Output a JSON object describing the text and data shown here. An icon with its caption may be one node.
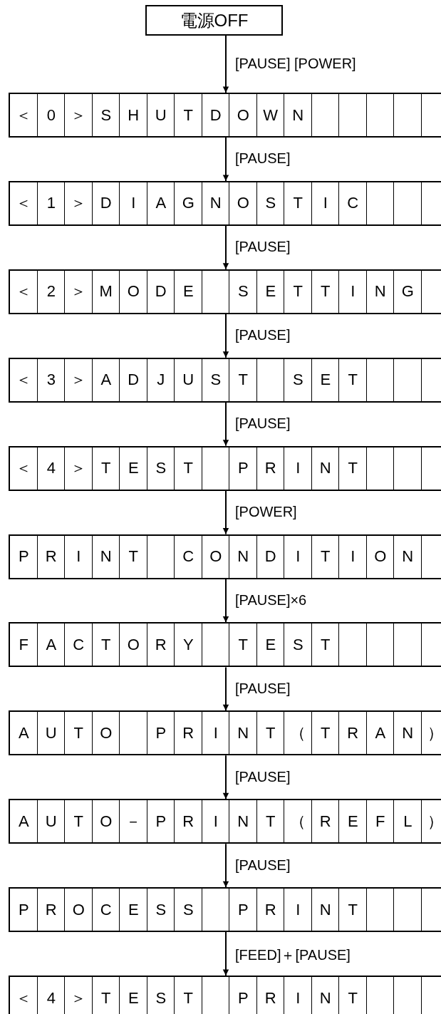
{
  "diagram": {
    "nodes": [
      {
        "text": [
          "電源OFF"
        ]
      },
      {
        "text": [
          "＜ 0 ＞ S H U T D O W N"
        ]
      },
      {
        "text": [
          "＜ 1 ＞ D I A G N O S T I C"
        ]
      },
      {
        "text": [
          "＜ 2 ＞ M O D E",
          "S E T T I N G"
        ]
      },
      {
        "text": [
          "＜ 3 ＞ A D J U S T",
          "S E T"
        ]
      },
      {
        "text": [
          "＜ 4 ＞ T E S T",
          "P R I N T"
        ]
      },
      {
        "text": [
          "P R I N T",
          "C O N D I T I O N"
        ]
      },
      {
        "text": [
          "F A C T O R Y",
          "T E S T"
        ]
      },
      {
        "text": [
          "A U T O",
          "P R I N T （ T R A N ）"
        ]
      },
      {
        "text": [
          "A U T O － P R I N T （ R E F L ）"
        ]
      },
      {
        "text": [
          "P R O C E S S",
          "P R I N T"
        ]
      },
      {
        "text": [
          "＜ 4 ＞ T E S T",
          "P R I N T"
        ]
      }
    ],
    "edges": [
      {
        "from": 0,
        "to": 1,
        "arrow": "to",
        "label": "[PAUSE] [POWER]"
      },
      {
        "from": 1,
        "to": 2,
        "arrow": "to",
        "label": "[PAUSE]"
      },
      {
        "from": 2,
        "to": 3,
        "arrow": "to",
        "label": "[PAUSE]"
      },
      {
        "from": 3,
        "to": 4,
        "arrow": "to",
        "label": "[PAUSE]"
      },
      {
        "from": 4,
        "to": 5,
        "arrow": "to",
        "label": "[PAUSE]"
      },
      {
        "from": 5,
        "to": 6,
        "arrow": "to",
        "label": "[POWER]"
      },
      {
        "from": 6,
        "to": 7,
        "arrow": "to",
        "label": "[PAUSE]×6"
      },
      {
        "from": 7,
        "to": 8,
        "arrow": "to",
        "label": "[PAUSE]"
      },
      {
        "from": 8,
        "to": 9,
        "arrow": "to",
        "label": "[PAUSE]"
      },
      {
        "from": 9,
        "to": 10,
        "arrow": "to",
        "label": "[PAUSE]"
      },
      {
        "from": 10,
        "to": 11,
        "arrow": "to",
        "label": "[FEED]＋[PAUSE]"
      }
    ]
  }
}
